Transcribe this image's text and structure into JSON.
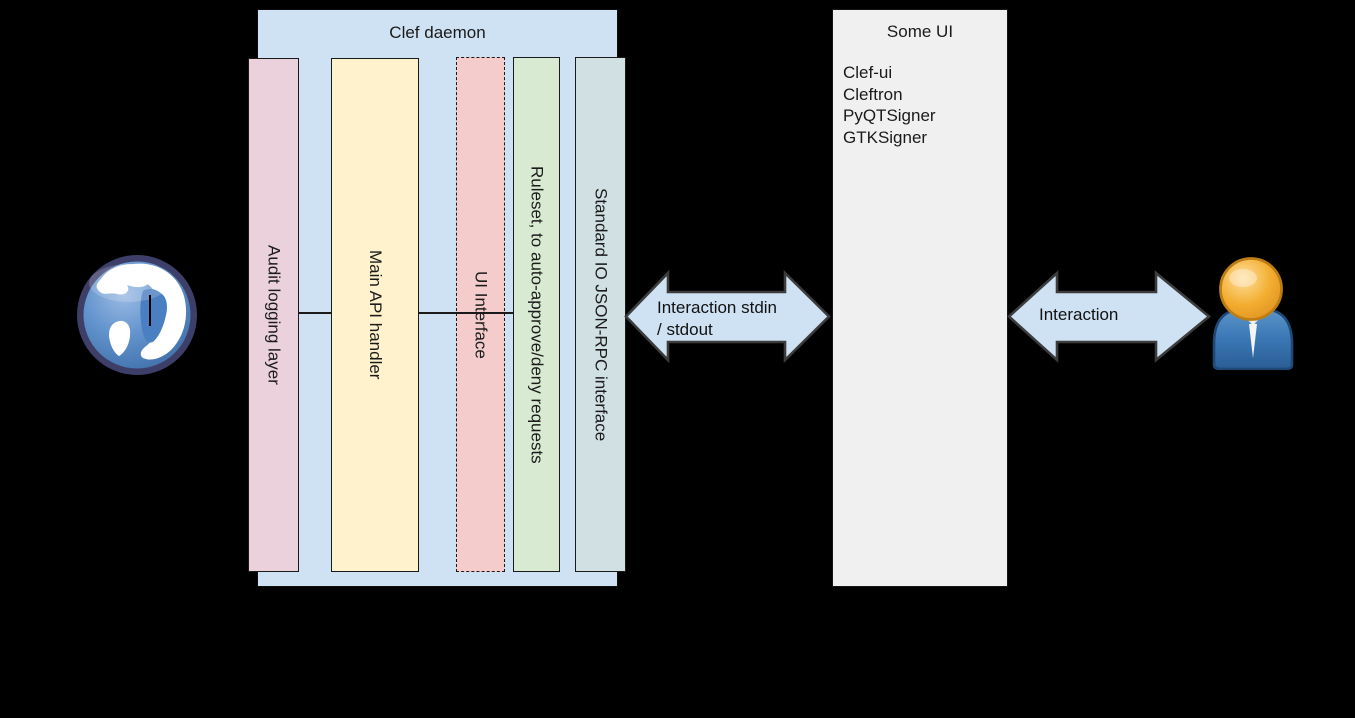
{
  "canvas": {
    "background": "#000000"
  },
  "clef_daemon": {
    "title": "Clef daemon",
    "fill": "#cfe2f3",
    "bars": [
      {
        "label": "Audit logging layer",
        "fill": "#ead1dc",
        "border_style": "solid"
      },
      {
        "label": "Main API handler",
        "fill": "#fff2cc",
        "border_style": "solid"
      },
      {
        "label": "UI Interface",
        "fill": "#f4cccc",
        "border_style": "dashed"
      },
      {
        "label": "Ruleset, to auto-approve/deny requests",
        "fill": "#d9ead3",
        "border_style": "solid"
      },
      {
        "label": "Standard IO JSON-RPC interface",
        "fill": "#d0e0e3",
        "border_style": "solid"
      }
    ]
  },
  "some_ui": {
    "title": "Some UI",
    "fill": "#f0f0f0",
    "items": [
      "Clef-ui",
      "Cleftron",
      "PyQTSigner",
      "GTKSigner"
    ]
  },
  "arrow_stdio": {
    "label_line1": "Interaction stdin",
    "label_line2": "/ stdout",
    "fill": "#cfe2f3",
    "stroke": "#3c3c3c"
  },
  "arrow_user": {
    "label": "Interaction",
    "fill": "#cfe2f3",
    "stroke": "#3c3c3c"
  },
  "icons": {
    "left": "globe-icon",
    "right": "user-person-icon"
  }
}
